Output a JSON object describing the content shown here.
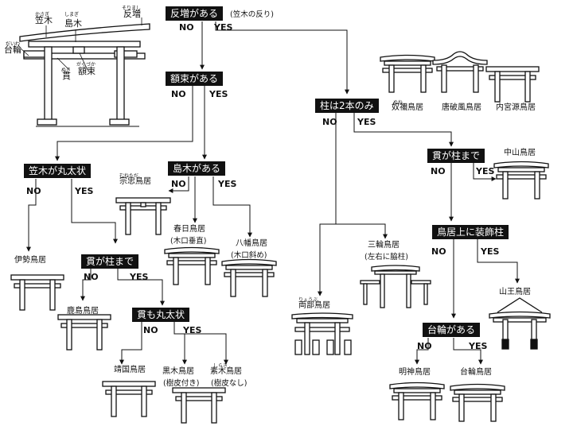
{
  "questions": {
    "q1": "反増がある",
    "q1_note": "(笠木の反り)",
    "q2": "額束がある",
    "q3": "笠木が丸太状",
    "q4": "島木がある",
    "q5": "貫が柱まで",
    "q6": "貫も丸太状",
    "q7": "柱は2本のみ",
    "q8": "貫が柱まで",
    "q9": "鳥居上に装飾柱",
    "q10": "台輪がある"
  },
  "answers": {
    "no": "NO",
    "yes": "YES"
  },
  "parts": {
    "kasagi": "笠木",
    "kasagi_ruby": "かさぎ",
    "shimaki": "島木",
    "shimaki_ruby": "しまぎ",
    "sorimashi": "反増",
    "sorimashi_ruby": "そりまし",
    "daiwa": "台輪",
    "daiwa_ruby": "だいわ",
    "nuki": "貫",
    "nuki_ruby": "ぬき",
    "gakuzuka": "額束",
    "gakuzuka_ruby": "がくづか"
  },
  "torii": {
    "ise": "伊勢鳥居",
    "munetada": "宗忠鳥居",
    "munetada_ruby": "むねただ",
    "kasuga": "春日鳥居",
    "kasuga_note": "(木口垂直)",
    "hachiman": "八幡鳥居",
    "hachiman_note": "(木口斜め)",
    "kashima": "鹿島鳥居",
    "yasukuni": "靖国鳥居",
    "kuroki": "黒木鳥居",
    "kuroki_note": "(樹皮付き)",
    "shiraki": "素木鳥居",
    "shiraki_note": "(樹皮なし)",
    "shiraki_ruby": "しらき",
    "ryobu": "両部鳥居",
    "ryobu_ruby": "りょうぶ",
    "miwa": "三輪鳥居",
    "miwa_note": "(左右に脇柱)",
    "mihashira": "奴禰鳥居",
    "mihashira_ruby": "ぬね",
    "karahafu": "唐破風鳥居",
    "naiku": "内宮源鳥居",
    "nakayama": "中山鳥居",
    "sanno": "山王鳥居",
    "myojin": "明神鳥居",
    "daiwa": "台輪鳥居"
  }
}
